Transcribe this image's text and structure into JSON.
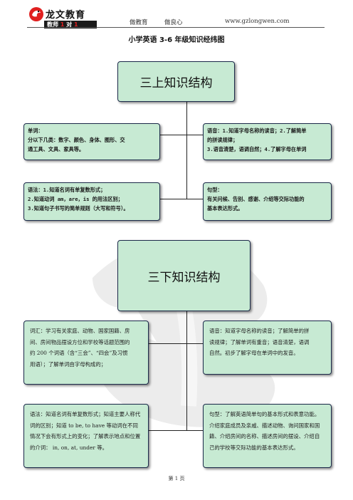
{
  "header": {
    "logo_title": "龙文教育",
    "logo_sub_a": "教师",
    "logo_sub_b": "1",
    "logo_sub_c": "对",
    "logo_sub_d": "1",
    "slogan_1": "做教育",
    "slogan_2": "做良心",
    "website": "www.gzlongwen.com"
  },
  "document": {
    "title": "小学英语 3-6 年级知识经纬图"
  },
  "section1": {
    "title": "三上知识结构",
    "box_vocab": [
      "单词：",
      "分以下几类：数字、颜色、身体、图形、交",
      "通工具、文具、家具等。"
    ],
    "box_phonics": [
      "语音：1.知道字母名称的读音；2.了解简单",
      "的拼读规律；",
      "3.语音清楚，语调自然；4.了解字母在单词"
    ],
    "box_grammar": [
      "语法：1.知道名词有单复数形式；",
      "2.知道动词 am，are，is 的用法区别；",
      "3.知道句子书写的简单规则（大写和符号）。"
    ],
    "box_sentence": [
      "句型：",
      "有关问候、告别、感谢、介绍等交际功能的",
      "基本表达形式。"
    ]
  },
  "section2": {
    "title": "三下知识结构",
    "box_vocab": [
      "词汇：学习有关家庭、动物、国家国籍、房",
      "间、房间物品摆设方位和学校等话题范围的",
      "约 200 个词语（含“三会”、“四会”及习惯",
      "用语）；了解单词由字母构成的；"
    ],
    "box_phonics": [
      "语音：知道字母名称的读音；了解简单的拼",
      "读规律；了解单词有重音；语音清楚，语调",
      "自然。初步了解字母在单词中的发音。"
    ],
    "box_grammar": [
      "语法：知道名词有单复数形式；知道主要人称代",
      "词的区别；知道 to be, to have 等动词在不同",
      "情况下会有形式上的变化；了解表示地点和位置",
      "的介词： in, on, at, under 等。"
    ],
    "box_sentence": [
      "句型：了解英语简单句的基本形式和表意功能。",
      "介绍家庭成员及亲戚、描述动物、询问国家和国",
      "籍、介绍房间的名称、描述房间的摆设、介绍自",
      "己的学校等交际功能的基本表达形式。"
    ]
  },
  "footer": {
    "page_label": "第 1 页"
  },
  "colors": {
    "box_fill": "#c7ead3",
    "box_border": "#1c2a4a",
    "logo_red": "#e02020",
    "watermark": "#eeeeee"
  }
}
